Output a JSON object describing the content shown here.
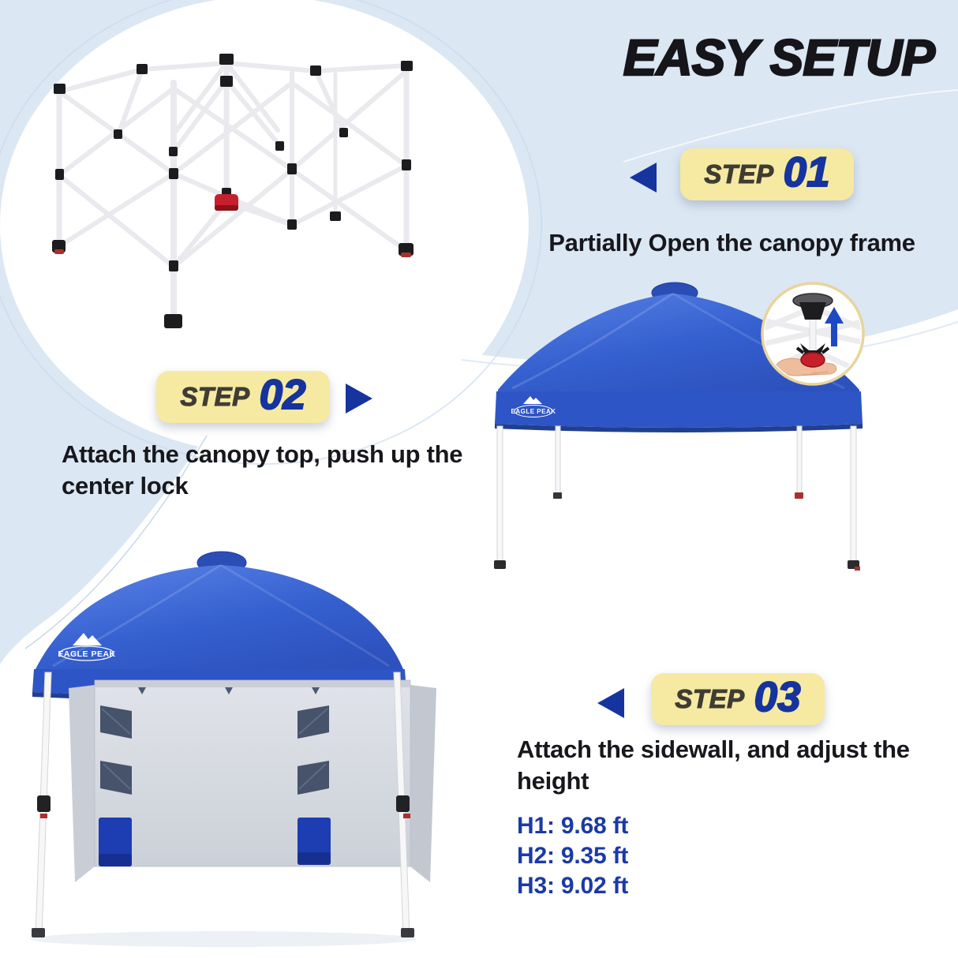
{
  "title": "EASY SETUP",
  "brand": {
    "logo_text": "EAGLE PEAK"
  },
  "steps": [
    {
      "label": "STEP",
      "number": "01",
      "description": "Partially Open the canopy frame",
      "arrow_direction": "left",
      "illustration": "folded-canopy-frame"
    },
    {
      "label": "STEP",
      "number": "02",
      "description": "Attach the canopy top, push up the center lock",
      "arrow_direction": "right",
      "illustration": "canopy-with-top-and-center-lock-inset"
    },
    {
      "label": "STEP",
      "number": "03",
      "description": "Attach the sidewall, and adjust the height",
      "arrow_direction": "left",
      "illustration": "canopy-with-sidewall",
      "heights": [
        "H1: 9.68 ft",
        "H2: 9.35 ft",
        "H3: 9.02 ft"
      ]
    }
  ],
  "icons": {
    "step_arrow": "triangle-arrow",
    "inset_arrow": "up-arrow"
  },
  "colors": {
    "background_blue": "#dbe7f3",
    "badge_yellow": "#f6e9a2",
    "accent_blue": "#16349e",
    "height_text_blue": "#1b3aa6",
    "canopy_blue": "#3560cf",
    "canopy_valance_blue": "#2e55c6",
    "sidewall_gray": "#d9dce2",
    "text_dark": "#17171c",
    "lock_red": "#c6202c"
  }
}
